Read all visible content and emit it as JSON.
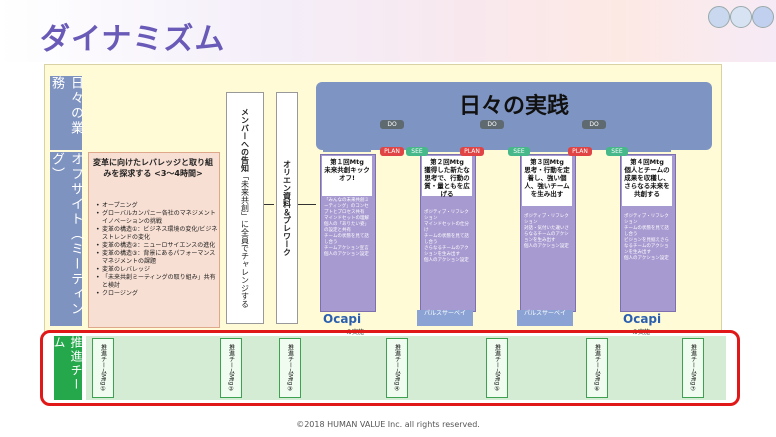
{
  "title": "ダイナミズム",
  "rows": {
    "daily": "日々の業務",
    "offsite": "オフサイト（ミーティング）"
  },
  "offsite_box": {
    "heading": "変革に向けたレバレッジと取り組みを探求する <3〜4時間>",
    "items": [
      "オープニング",
      "グローバルカンパニー各社のマネジメントイノベーションの挑戦",
      "変革の構造①：ビジネス環境の変化/ビジネストレンドの変化",
      "変革の構造②：ニューロサイエンスの進化",
      "変革の構造③：背景にあるパフォーマンスマネジメントの課題",
      "変革のレバレッジ",
      "「未来共創ミーティングの取り組み」共有と検討",
      "クロージング"
    ]
  },
  "member_notice": {
    "title": "メンバーへの告知",
    "body": "「未来共創」に全員でチャレンジする"
  },
  "orientation": "オリエン資料＆プレワーク",
  "daily_practice": "日々の実践",
  "meetings": [
    {
      "title": "第１回Mtg",
      "body": "未来共創キックオフ!",
      "notes": [
        "「みんなの未来共創ミーティング」のコンセプトとプロセス共有",
        "マインドセットの理解",
        "個人の「ありたい姿」の設定と共有",
        "チームの状態を見て話し合う",
        "チームアクション宣言",
        "個人のアクション設定"
      ]
    },
    {
      "title": "第２回Mtg",
      "body": "獲得した新たな思考で、行動の質・量ともを広げる",
      "notes": [
        "ポジティブ・リフレクション",
        "マインドセットの仕分け",
        "チームの状態を見て話し合う",
        "さらなるチームのアクションを生み出す",
        "個人のアクション設定"
      ]
    },
    {
      "title": "第３回Mtg",
      "body": "思考・行動を定着し、強い個人、強いチームを生み出す",
      "notes": [
        "ポジティブ・リフレクション",
        "対話・気付いた違いさらなるチームのアクションを生み出す",
        "個人のアクション設定"
      ]
    },
    {
      "title": "第４回Mtg",
      "body": "個人とチームの成果を収穫し、さらなる未来を共創する",
      "notes": [
        "ポジティブ・リフレクション",
        "チームの状態を見て話し合う",
        "ビジョンを見据えさらなるチームのアクションを生み出す",
        "個人のアクション設定"
      ]
    }
  ],
  "cycle": {
    "do": "DO",
    "plan": "PLAN",
    "see": "SEE"
  },
  "ocapi": {
    "label": "Ocapi",
    "sub": "の実施"
  },
  "pulse_survey": "パルスサーベイ",
  "team": {
    "label": "推進チーム",
    "tiles": [
      "推進チームMtg①",
      "推進チームMtg②",
      "推進チームMtg③",
      "推進チームMtg④",
      "推進チームMtg⑤",
      "推進チームMtg⑥",
      "推進チームMtg⑦"
    ]
  },
  "footer": "©2018 HUMAN VALUE Inc. all rights reserved."
}
